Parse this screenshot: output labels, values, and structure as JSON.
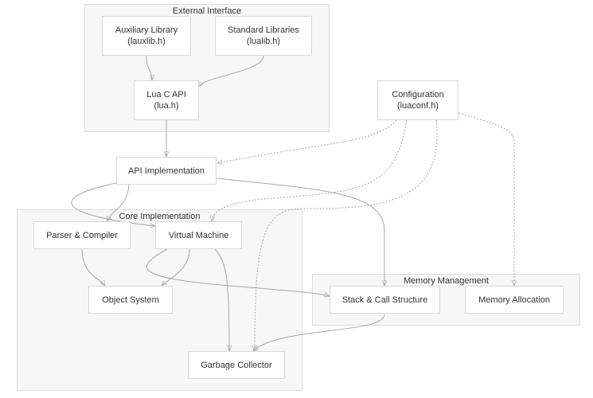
{
  "clusters": {
    "external_interface": {
      "label": "External Interface"
    },
    "core_implementation": {
      "label": "Core Implementation"
    },
    "memory_management": {
      "label": "Memory Management"
    }
  },
  "nodes": {
    "auxiliary_library": {
      "line1": "Auxiliary Library",
      "line2": "(lauxlib.h)"
    },
    "standard_libraries": {
      "line1": "Standard Libraries",
      "line2": "(lualib.h)"
    },
    "lua_c_api": {
      "line1": "Lua C API",
      "line2": "(lua.h)"
    },
    "configuration": {
      "line1": "Configuration",
      "line2": "(luaconf.h)"
    },
    "api_implementation": {
      "line1": "API Implementation"
    },
    "parser_compiler": {
      "line1": "Parser & Compiler"
    },
    "virtual_machine": {
      "line1": "Virtual Machine"
    },
    "object_system": {
      "line1": "Object System"
    },
    "stack_call_structure": {
      "line1": "Stack & Call Structure"
    },
    "memory_allocation": {
      "line1": "Memory Allocation"
    },
    "garbage_collector": {
      "line1": "Garbage Collector"
    }
  },
  "edges": [
    {
      "from": "auxiliary_library",
      "to": "lua_c_api",
      "style": "solid"
    },
    {
      "from": "standard_libraries",
      "to": "lua_c_api",
      "style": "solid"
    },
    {
      "from": "lua_c_api",
      "to": "api_implementation",
      "style": "solid"
    },
    {
      "from": "configuration",
      "to": "api_implementation",
      "style": "dotted"
    },
    {
      "from": "configuration",
      "to": "virtual_machine",
      "style": "dotted"
    },
    {
      "from": "configuration",
      "to": "garbage_collector",
      "style": "dotted"
    },
    {
      "from": "configuration",
      "to": "memory_allocation",
      "style": "dotted"
    },
    {
      "from": "api_implementation",
      "to": "parser_compiler",
      "style": "solid"
    },
    {
      "from": "api_implementation",
      "to": "virtual_machine",
      "style": "solid"
    },
    {
      "from": "api_implementation",
      "to": "stack_call_structure",
      "style": "solid"
    },
    {
      "from": "parser_compiler",
      "to": "object_system",
      "style": "solid"
    },
    {
      "from": "virtual_machine",
      "to": "object_system",
      "style": "solid"
    },
    {
      "from": "virtual_machine",
      "to": "stack_call_structure",
      "style": "solid"
    },
    {
      "from": "virtual_machine",
      "to": "garbage_collector",
      "style": "solid"
    },
    {
      "from": "stack_call_structure",
      "to": "garbage_collector",
      "style": "solid"
    }
  ],
  "colors": {
    "cluster_fill": "#f7f7f7",
    "node_fill": "#ffffff",
    "edge": "#a6a6a6",
    "text": "#333333"
  }
}
